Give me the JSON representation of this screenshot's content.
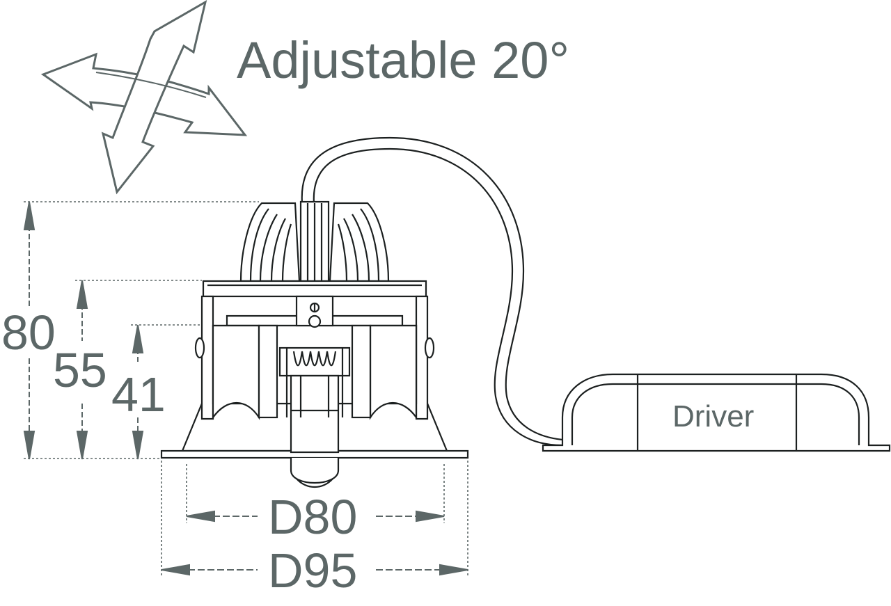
{
  "title": "Adjustable 20°",
  "dimensions": {
    "height_total": "80",
    "height_mid": "55",
    "height_low": "41",
    "diameter_inner": "D80",
    "diameter_outer": "D95"
  },
  "driver_label": "Driver",
  "colors": {
    "ink": "#5c6767",
    "line": "#1c2020",
    "background": "#ffffff"
  }
}
